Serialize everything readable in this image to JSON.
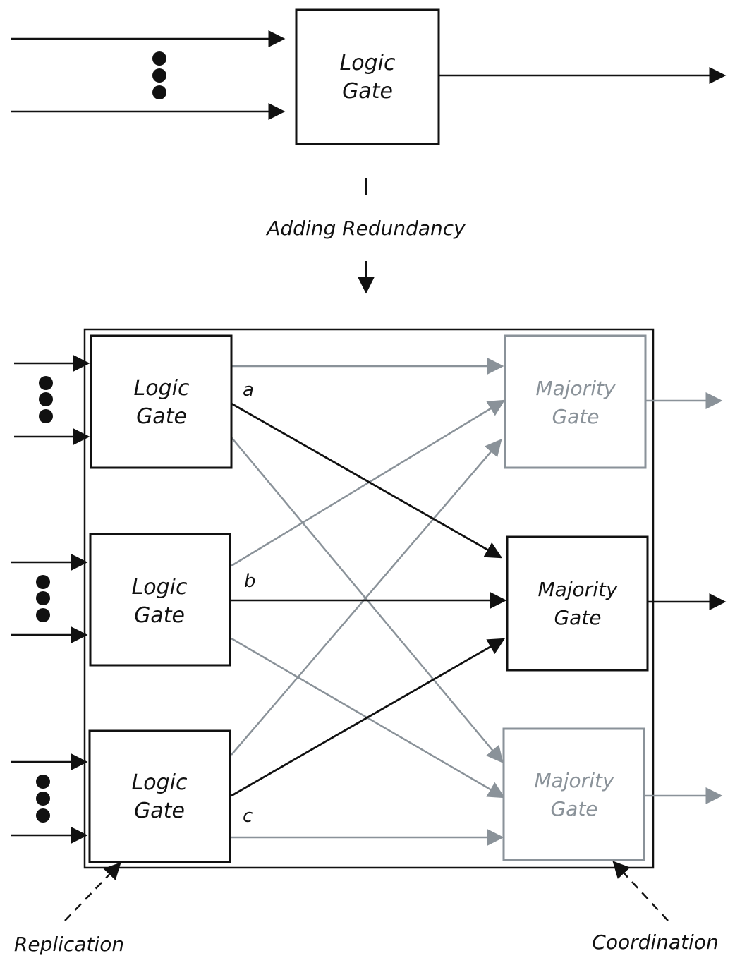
{
  "colors": {
    "dark": "#111111",
    "gray": "#8a9299"
  },
  "top_gate": {
    "line1": "Logic",
    "line2": "Gate"
  },
  "transition_label": "Adding Redundancy",
  "logic_gates": [
    {
      "line1": "Logic",
      "line2": "Gate",
      "output_label": "a"
    },
    {
      "line1": "Logic",
      "line2": "Gate",
      "output_label": "b"
    },
    {
      "line1": "Logic",
      "line2": "Gate",
      "output_label": "c"
    }
  ],
  "majority_gates": [
    {
      "line1": "Majority",
      "line2": "Gate",
      "state": "inactive"
    },
    {
      "line1": "Majority",
      "line2": "Gate",
      "state": "active"
    },
    {
      "line1": "Majority",
      "line2": "Gate",
      "state": "inactive"
    }
  ],
  "annotations": {
    "replication": "Replication",
    "coordination": "Coordination"
  }
}
